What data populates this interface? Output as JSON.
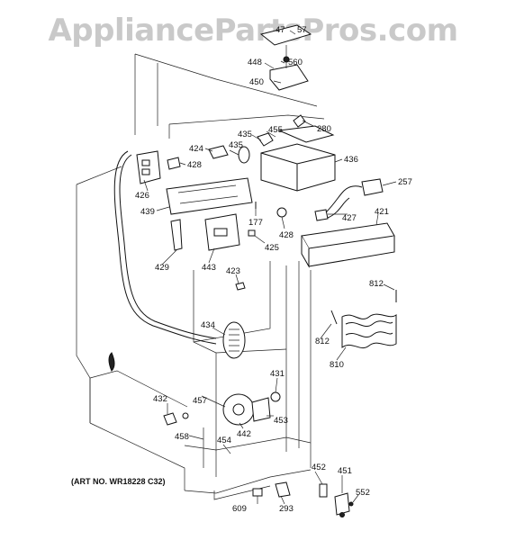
{
  "watermark": "AppliancePartsPros.com",
  "art_number": "(ART NO. WR18228 C32)",
  "labels": {
    "p47": "47",
    "p57": "57",
    "p448": "448",
    "p560": "560",
    "p450": "450",
    "p280": "280",
    "p455": "455",
    "p435a": "435",
    "p435b": "435",
    "p424": "424",
    "p428a": "428",
    "p436": "436",
    "p426": "426",
    "p257": "257",
    "p439": "439",
    "p427": "427",
    "p421": "421",
    "p177": "177",
    "p428b": "428",
    "p425": "425",
    "p429": "429",
    "p443": "443",
    "p423": "423",
    "p812a": "812",
    "p434": "434",
    "p812b": "812",
    "p810": "810",
    "p431": "431",
    "p432": "432",
    "p457": "457",
    "p453": "453",
    "p442": "442",
    "p458": "458",
    "p454": "454",
    "p452": "452",
    "p451": "451",
    "p552": "552",
    "p609": "609",
    "p293": "293"
  }
}
